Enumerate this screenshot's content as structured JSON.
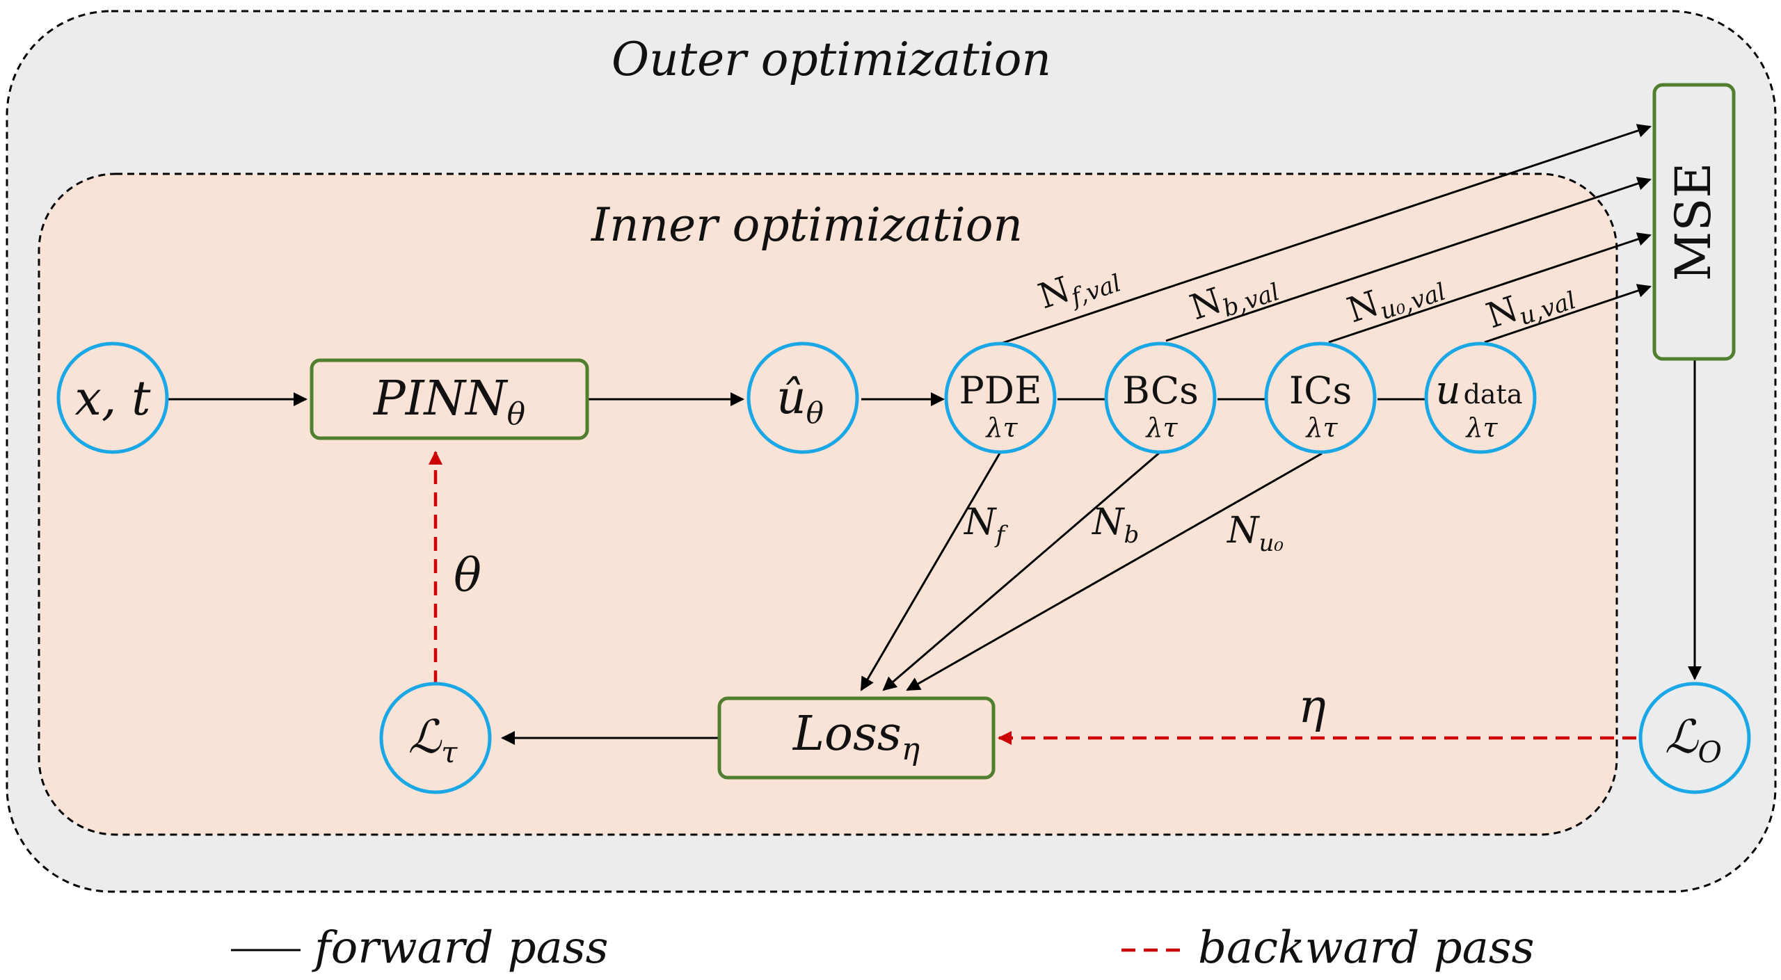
{
  "colors": {
    "outer_fill": "#ececec",
    "inner_fill": "#f9e3d7",
    "node_stroke": "#1aa7e6",
    "box_stroke": "#4f7f2f",
    "forward_arrow": "#000000",
    "backward_arrow": "#cc0000"
  },
  "regions": {
    "outer_label": "Outer optimization",
    "inner_label": "Inner optimization"
  },
  "nodes": {
    "input": {
      "main": "x, t"
    },
    "pinn": {
      "main": "PINN",
      "sub": "θ"
    },
    "u_hat": {
      "main": "û",
      "sub": "θ"
    },
    "pde": {
      "main": "PDE",
      "weight": "λτ"
    },
    "bcs": {
      "main": "BCs",
      "weight": "λτ"
    },
    "ics": {
      "main": "ICs",
      "weight": "λτ"
    },
    "u_data": {
      "main": "u",
      "sub": "data",
      "weight": "λτ"
    },
    "loss": {
      "main": "Loss",
      "sub": "η"
    },
    "l_tau": {
      "main": "ℒ",
      "sub": "τ"
    },
    "mse": {
      "main": "MSE"
    },
    "l_o": {
      "main": "ℒ",
      "sub": "O"
    }
  },
  "edge_labels": {
    "theta": "θ",
    "eta": "η",
    "n_f": {
      "main": "N",
      "sub": "f"
    },
    "n_b": {
      "main": "N",
      "sub": "b"
    },
    "n_u0": {
      "main": "N",
      "sub": "u₀"
    },
    "n_f_val": {
      "main": "N",
      "sub": "f,val"
    },
    "n_b_val": {
      "main": "N",
      "sub": "b,val"
    },
    "n_u0_val": {
      "main": "N",
      "sub": "u₀,val"
    },
    "n_u_val": {
      "main": "N",
      "sub": "u,val"
    }
  },
  "legend": {
    "forward": "forward pass",
    "backward": "backward pass"
  }
}
